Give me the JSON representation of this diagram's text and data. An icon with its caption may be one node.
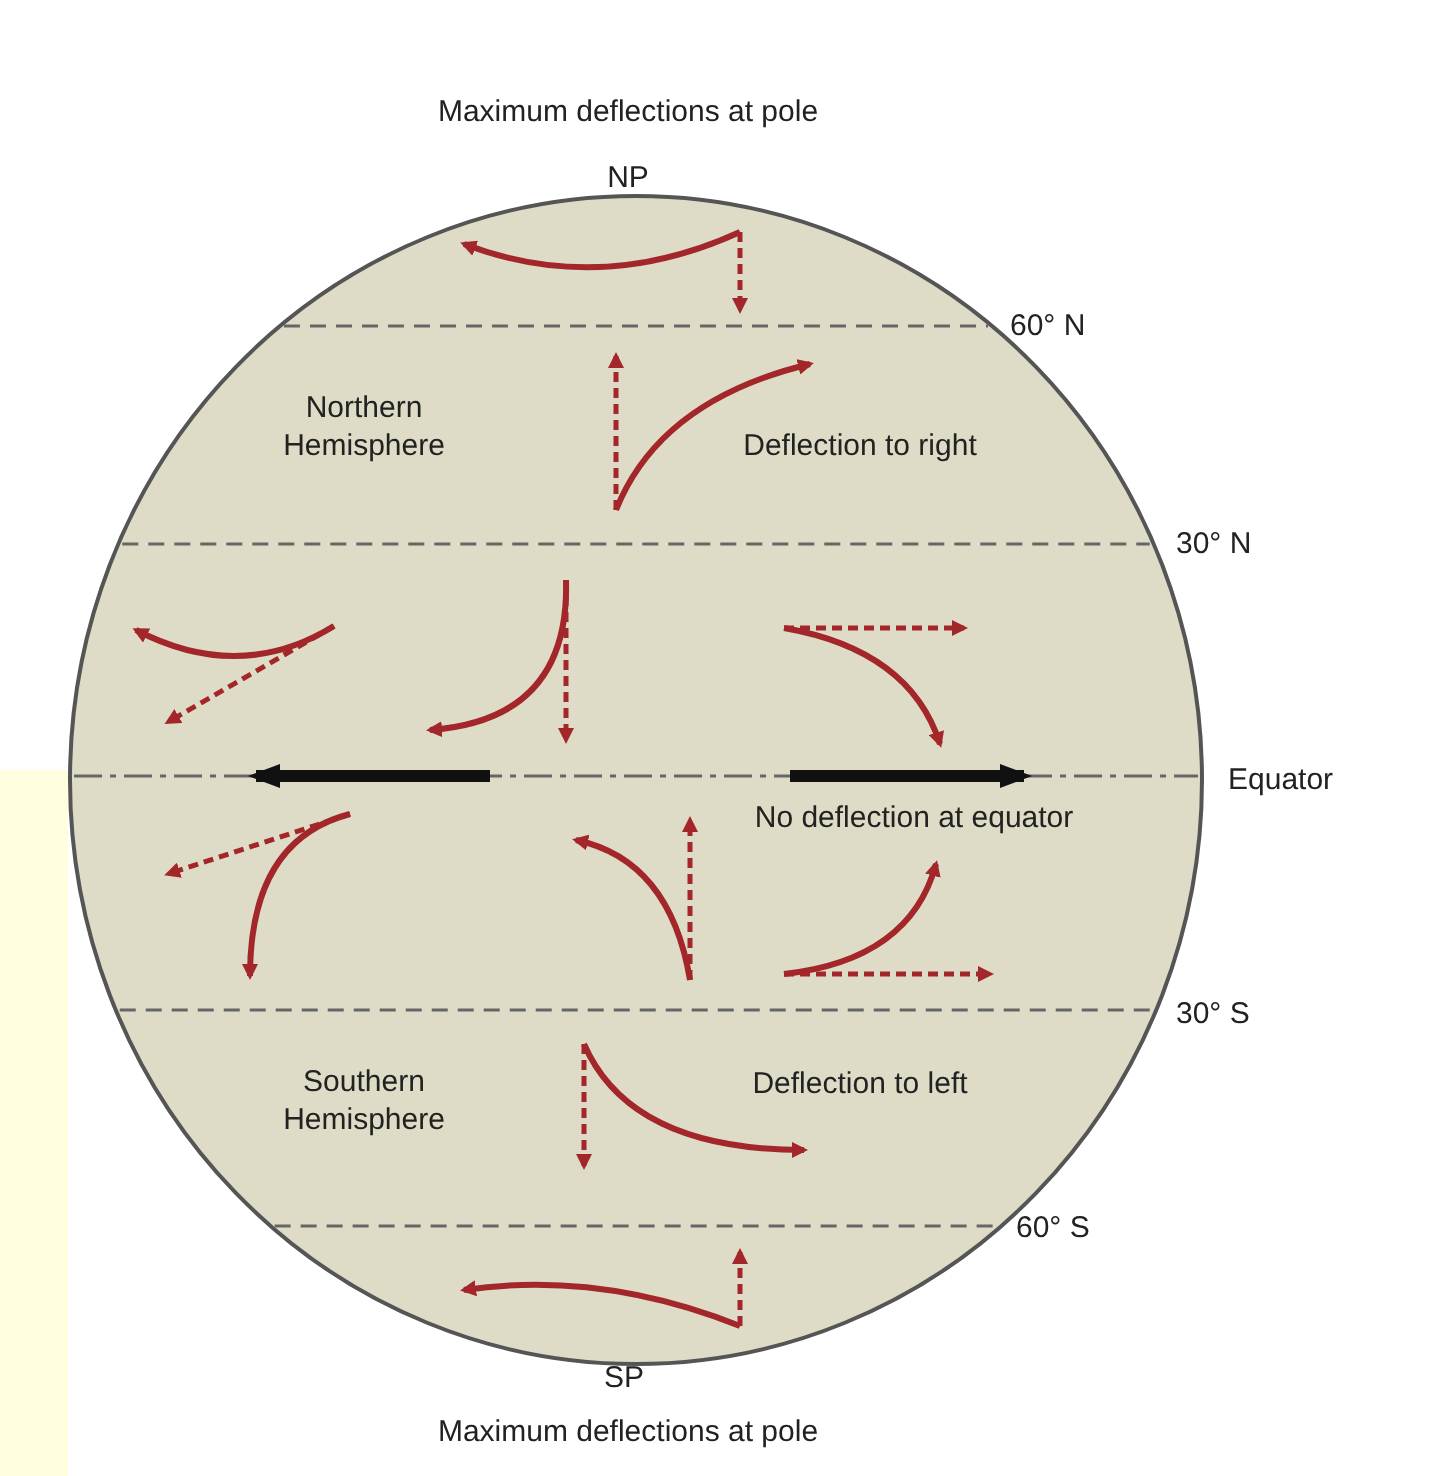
{
  "diagram": {
    "labels": [
      "Maximum deflections at pole",
      "NP",
      "60° N",
      "Northern Hemisphere",
      "Deflection to right",
      "30° N",
      "Equator",
      "No deflection at equator",
      "30° S",
      "Southern Hemisphere",
      "Deflection to left",
      "60° S",
      "SP",
      "Maximum deflections at pole"
    ]
  }
}
